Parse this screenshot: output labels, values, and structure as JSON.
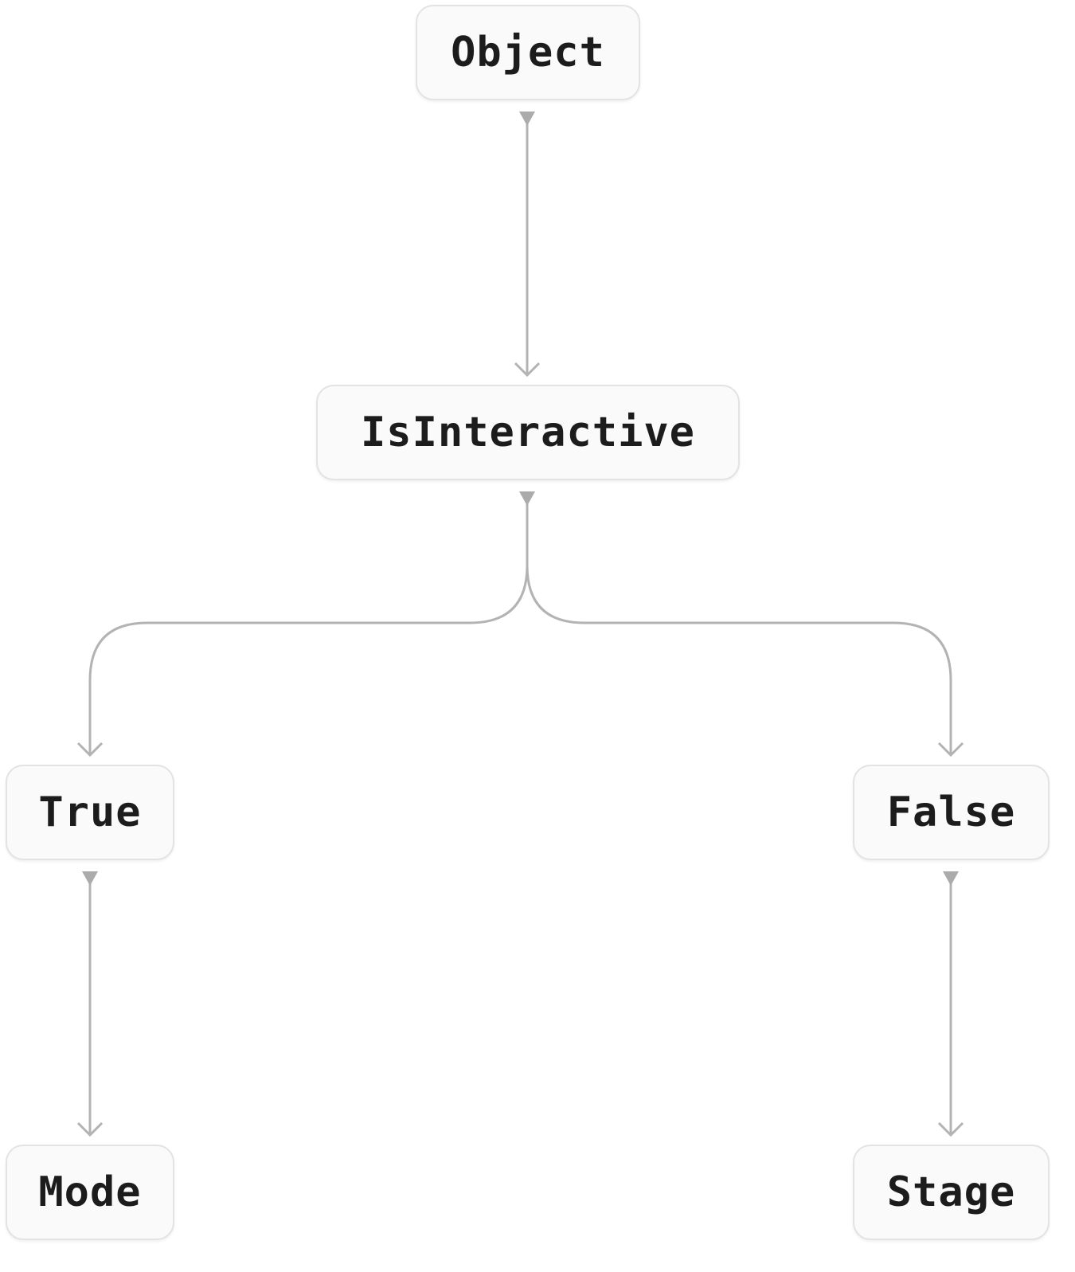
{
  "diagram": {
    "nodes": {
      "object": "Object",
      "is_interactive": "IsInteractive",
      "true": "True",
      "false": "False",
      "mode": "Mode",
      "stage": "Stage"
    },
    "edges": [
      {
        "from": "object",
        "to": "is_interactive"
      },
      {
        "from": "is_interactive",
        "to": "true"
      },
      {
        "from": "is_interactive",
        "to": "false"
      },
      {
        "from": "true",
        "to": "mode"
      },
      {
        "from": "false",
        "to": "stage"
      }
    ],
    "colors": {
      "edge": "#b3b3b3",
      "node_fill": "#fafafa",
      "node_border": "#e3e3e3",
      "text": "#1c1c1c"
    }
  }
}
